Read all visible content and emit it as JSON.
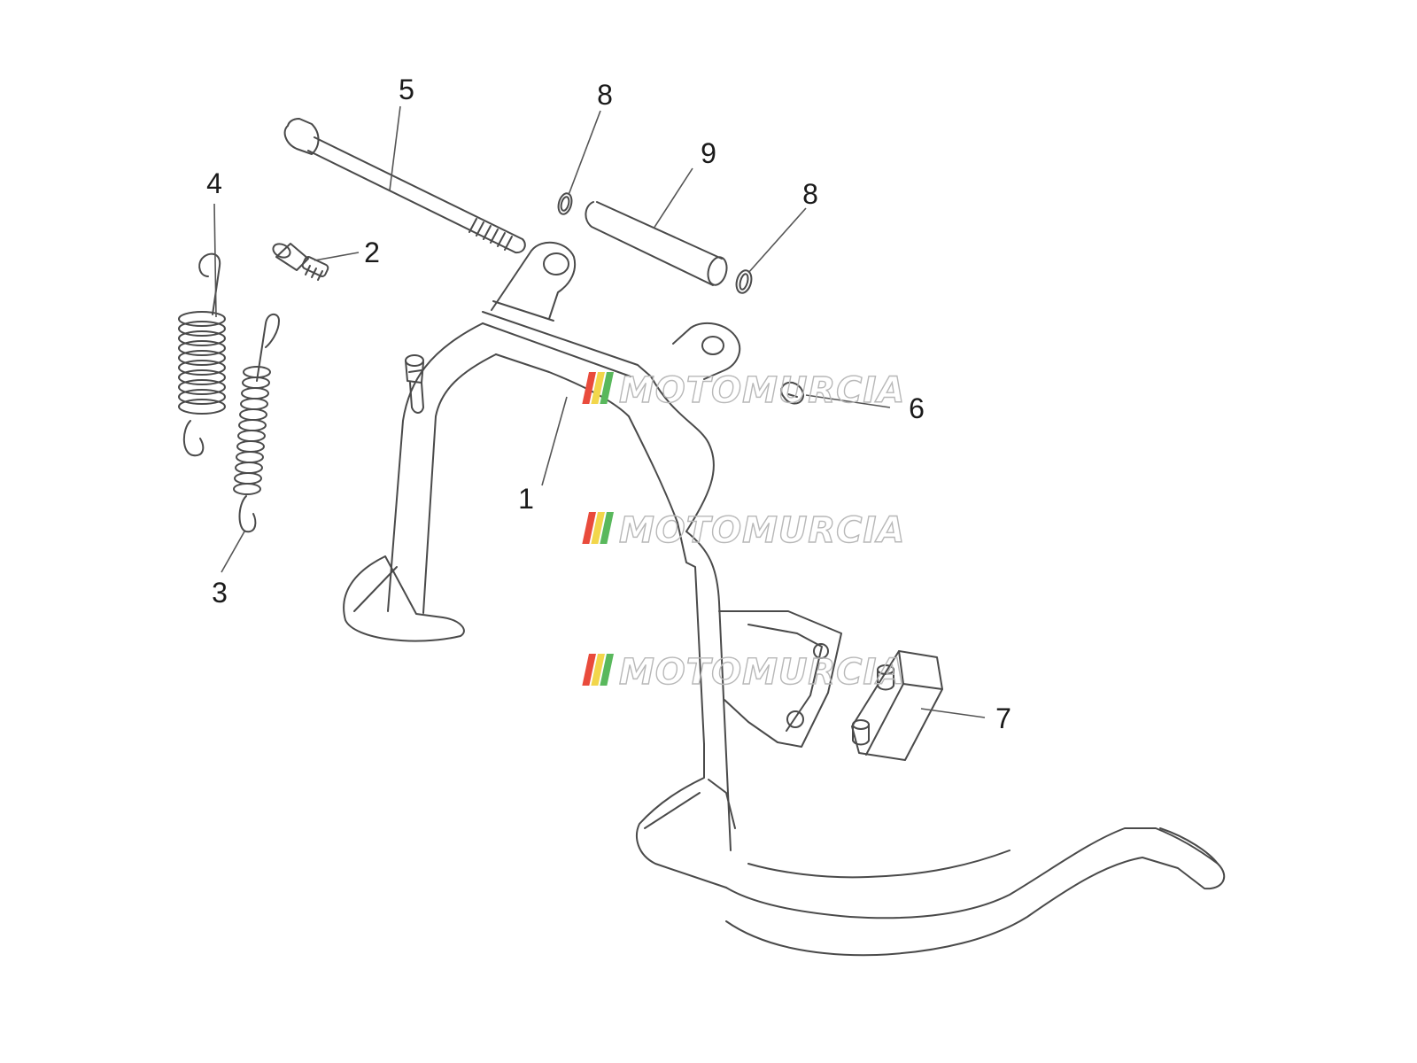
{
  "diagram": {
    "parts": [
      {
        "number": "1"
      },
      {
        "number": "2"
      },
      {
        "number": "3"
      },
      {
        "number": "4"
      },
      {
        "number": "5"
      },
      {
        "number": "6"
      },
      {
        "number": "7"
      },
      {
        "number": "8"
      },
      {
        "number": "8"
      },
      {
        "number": "9"
      }
    ]
  },
  "watermark": {
    "text": "MOTOMURCIA",
    "stripe_colors": [
      "#e94b3c",
      "#f2d64b",
      "#59b85c"
    ],
    "outline_color": "#b8b8b8"
  },
  "colors": {
    "line": "#4a4a4a",
    "label": "#1a1a1a",
    "background": "#ffffff"
  }
}
